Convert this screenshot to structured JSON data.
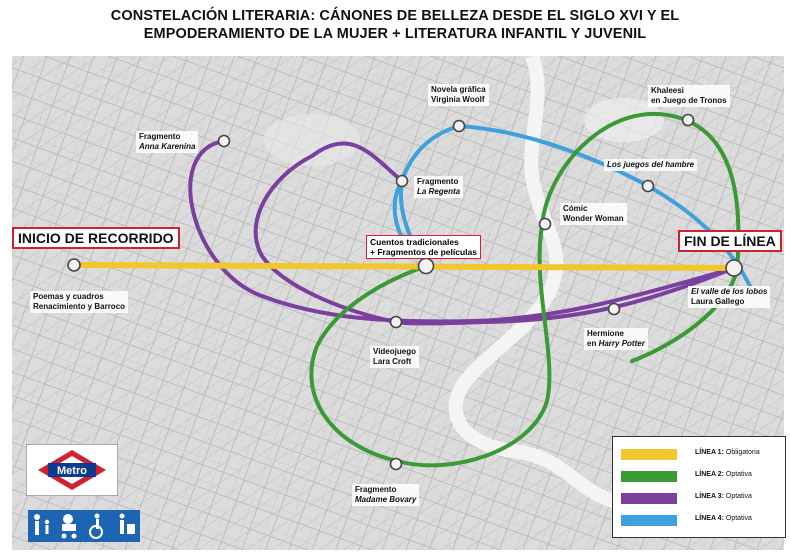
{
  "title": {
    "line1": "CONSTELACIÓN LITERARIA: CÁNONES DE BELLEZA DESDE EL SIGLO XVI Y EL",
    "line2": "EMPODERAMIENTO DE LA MUJER + LITERATURA INFANTIL Y JUVENIL"
  },
  "labels": {
    "start": "INICIO DE RECORRIDO",
    "end": "FIN DE LÍNEA",
    "cuentos1": "Cuentos tradicionales",
    "cuentos2": "+ Fragmentos de películas",
    "poemas1": "Poemas y cuadros",
    "poemas2": "Renacimiento y Barroco",
    "anna1": "Fragmento",
    "anna2": "Anna Karenina",
    "woolf1": "Novela gráfica",
    "woolf2": "Virginia Woolf",
    "regenta1": "Fragmento",
    "regenta2": "La Regenta",
    "khaleesi1": "Khaleesi",
    "khaleesi2": "en Juego de Tronos",
    "hambre": "Los juegos del hambre",
    "wonder1": "Cómic",
    "wonder2": "Wonder Woman",
    "valle1": "El valle de los lobos",
    "valle2": "Laura Gallego",
    "hermione1": "Hermione",
    "hermione2_prefix": "en ",
    "hermione2_title": "Harry Potter",
    "lara1": "Videojuego",
    "lara2": "Lara Croft",
    "bovary1": "Fragmento",
    "bovary2": "Madame Bovary"
  },
  "legend": [
    {
      "name": "LÍNEA 1:",
      "desc": "Obligatoria",
      "color": "#f2c72e"
    },
    {
      "name": "LÍNEA 2:",
      "desc": "Optativa",
      "color": "#3a9a35"
    },
    {
      "name": "LÍNEA 3:",
      "desc": "Optativa",
      "color": "#7b3f9e"
    },
    {
      "name": "LÍNEA 4:",
      "desc": "Optativa",
      "color": "#3ea0dd"
    }
  ],
  "metro_logo": "Metro",
  "colors": {
    "yellow": "#f2c72e",
    "green": "#3a9a35",
    "purple": "#7b3f9e",
    "blue": "#3ea0dd",
    "red": "#d1202f",
    "map_bg": "#d9d9d9"
  }
}
